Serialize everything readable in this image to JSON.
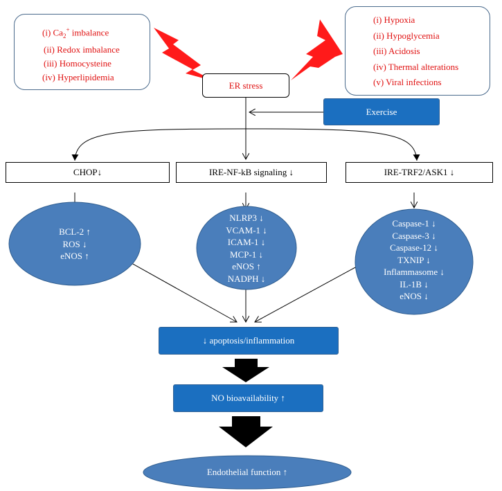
{
  "left_causes": {
    "items": [
      {
        "main": "(i) Ca",
        "sub": "2",
        "sup": "+",
        "tail": " imbalance"
      },
      {
        "main": "(ii) Redox imbalance"
      },
      {
        "main": "(iii) Homocysteine"
      },
      {
        "main": "(iv) Hyperlipidemia"
      }
    ]
  },
  "right_causes": {
    "items": [
      "(i) Hypoxia",
      "(ii) Hypoglycemia",
      "(iii) Acidosis",
      "(iv) Thermal alterations",
      "(v) Viral infections"
    ]
  },
  "er_stress": "ER stress",
  "exercise": "Exercise",
  "pathways": {
    "chop": "CHOP↓",
    "ire_nfkb": "IRE-NF-kB signaling ↓",
    "ire_trf2": "IRE-TRF2/ASK1 ↓"
  },
  "effects": {
    "left": [
      "BCL-2 ↑",
      "ROS ↓",
      "eNOS ↑"
    ],
    "middle": [
      "NLRP3 ↓",
      "VCAM-1 ↓",
      "ICAM-1 ↓",
      "MCP-1 ↓",
      "eNOS ↑",
      "NADPH ↓"
    ],
    "right": [
      "Caspase-1 ↓",
      "Caspase-3 ↓",
      "Caspase-12 ↓",
      "TXNIP ↓",
      "Inflammasome ↓",
      "IL-1B ↓",
      "eNOS ↓"
    ]
  },
  "outcomes": {
    "apoptosis": "↓ apoptosis/inflammation",
    "no_bioavailability": "NO bioavailability ↑",
    "endothelial": "Endothelial function ↑"
  },
  "colors": {
    "red_text": "#e01010",
    "blue_fill": "#1b6fc0",
    "ellipse_fill": "#4a7ebb",
    "lightning": "#ff1a1a",
    "big_arrow": "#000000"
  },
  "icons": [
    "lightning-bolt-icon",
    "lightning-bolt-icon",
    "down-arrow-icon"
  ]
}
